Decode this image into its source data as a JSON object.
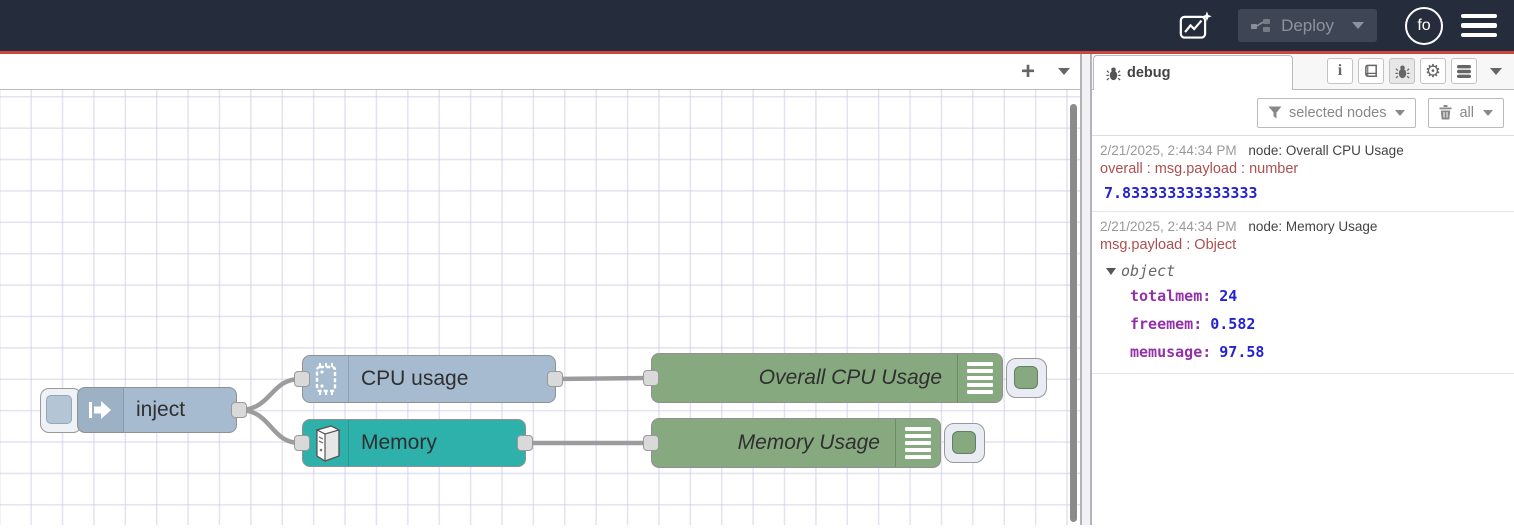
{
  "header": {
    "deploy_label": "Deploy",
    "avatar_text": "fo"
  },
  "canvas": {
    "add_flow_label": "+"
  },
  "flow": {
    "nodes": [
      {
        "label": "inject"
      },
      {
        "label": "CPU usage"
      },
      {
        "label": "Memory"
      },
      {
        "label": "Overall CPU Usage"
      },
      {
        "label": "Memory Usage"
      }
    ]
  },
  "sidebar": {
    "tab_label": "debug",
    "icons": {
      "info_glyph": "i",
      "gear_glyph": "⚙"
    },
    "filter_button": "selected nodes",
    "clear_button": "all",
    "messages": [
      {
        "timestamp": "2/21/2025, 2:44:34 PM",
        "source": "node: Overall CPU Usage",
        "property": "overall : msg.payload : number",
        "value": "7.833333333333333"
      },
      {
        "timestamp": "2/21/2025, 2:44:34 PM",
        "source": "node: Memory Usage",
        "property": "msg.payload : Object",
        "tree": {
          "root": "object",
          "entries": [
            {
              "key": "totalmem:",
              "value": "24"
            },
            {
              "key": "freemem:",
              "value": "0.582"
            },
            {
              "key": "memusage:",
              "value": "97.58"
            }
          ]
        }
      }
    ]
  },
  "colors": {
    "header_bg": "#252c3b",
    "accent_red": "#ce453b",
    "node_blue": "#a6bbcf",
    "node_teal": "#2eb1ab",
    "node_green": "#87a980",
    "debug_value_blue": "#2323d2",
    "debug_key_purple": "#9231a8",
    "debug_property_red": "#ad4f4f"
  }
}
